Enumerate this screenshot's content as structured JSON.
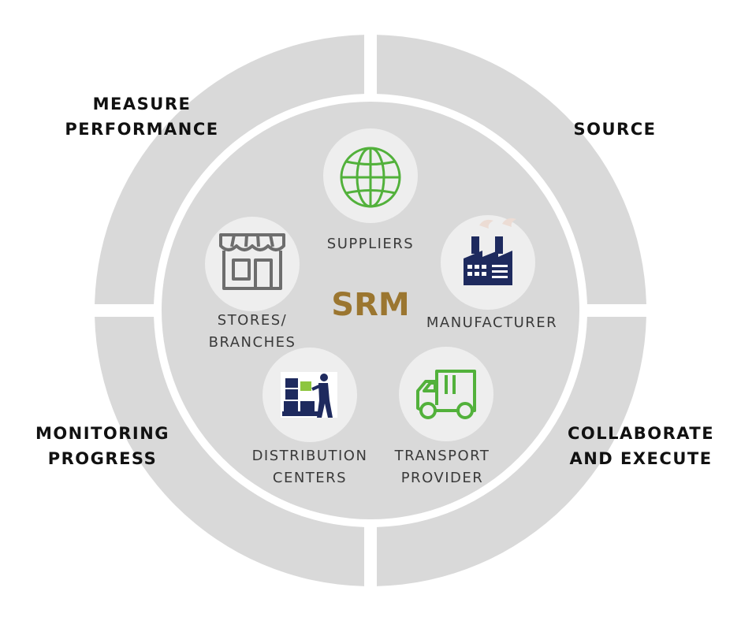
{
  "center": {
    "title": "SRM"
  },
  "colors": {
    "ring": "#d9d9d9",
    "inner_disc": "#d9d9d9",
    "node_circle": "#eeeeee",
    "center_title": "#9b7630",
    "globe": "#52b13b",
    "truck": "#52b13b",
    "factory": "#1e2a5e",
    "store": "#6d6d6d",
    "box_green": "#8dc63f"
  },
  "quadrants": {
    "measure_performance": {
      "line1": "MEASURE",
      "line2": "PERFORMANCE"
    },
    "source": {
      "line1": "SOURCE"
    },
    "monitoring_progress": {
      "line1": "MONITORING",
      "line2": "PROGRESS"
    },
    "collaborate_execute": {
      "line1": "COLLABORATE",
      "line2": "AND EXECUTE"
    }
  },
  "nodes": {
    "suppliers": {
      "line1": "SUPPLIERS",
      "icon": "globe-icon"
    },
    "manufacturer": {
      "line1": "MANUFACTURER",
      "icon": "factory-icon"
    },
    "stores": {
      "line1": "STORES/",
      "line2": "BRANCHES",
      "icon": "storefront-icon"
    },
    "distribution": {
      "line1": "DISTRIBUTION",
      "line2": "CENTERS",
      "icon": "warehouse-worker-icon"
    },
    "transport": {
      "line1": "TRANSPORT",
      "line2": "PROVIDER",
      "icon": "truck-icon"
    }
  }
}
